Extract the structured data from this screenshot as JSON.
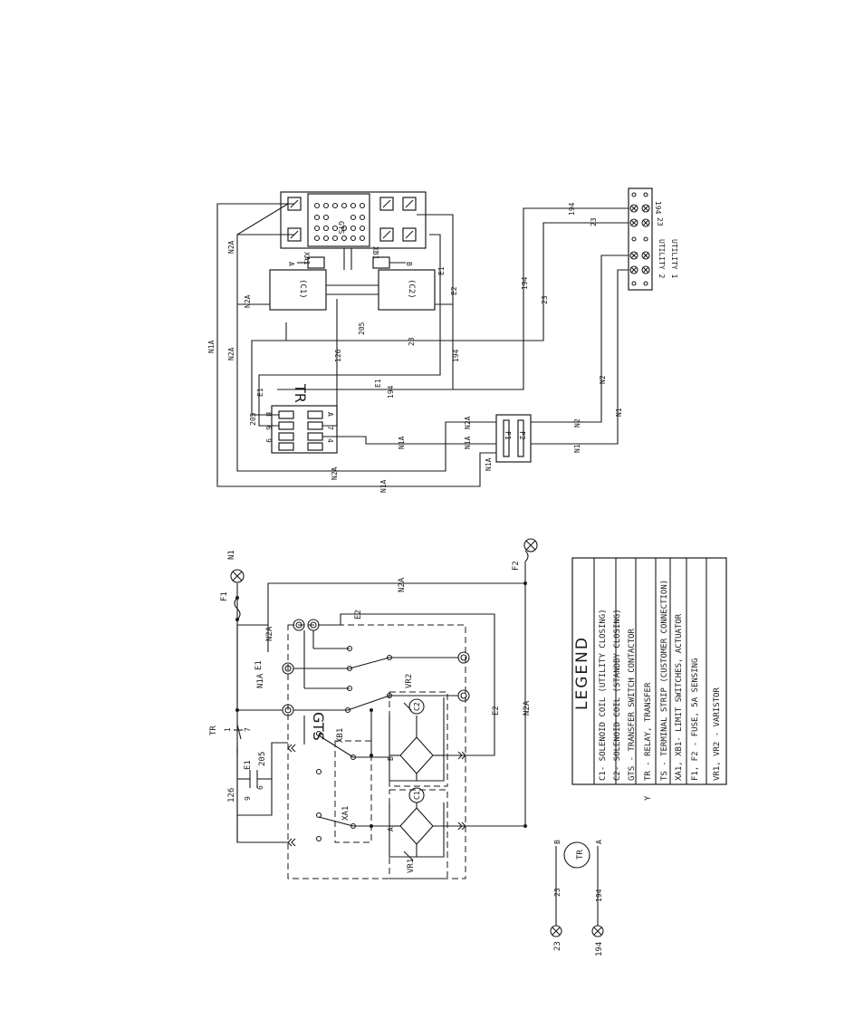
{
  "wiring": {
    "gts": "GTS",
    "tr": "TR",
    "ts_utility_1": "UTILITY 1",
    "ts_utility_2": "UTILITY 2",
    "ts_23": "23",
    "ts_194": "194",
    "c1": "(C1)",
    "c2": "(C2)",
    "xa1": "XA1",
    "xb1": "XB1",
    "a": "A",
    "b": "B",
    "f1": "F1",
    "f2": "F2",
    "w_n1a": "N1A",
    "w_n2a": "N2A",
    "w_n1": "N1",
    "w_n2": "N2",
    "w_e1": "E1",
    "w_e2": "E2",
    "w_23": "23",
    "w_194": "194",
    "w_126": "126",
    "w_205": "205",
    "tr_a": "A",
    "tr_b": "B",
    "tr_9": "9",
    "tr_6": "6",
    "tr_7": "7",
    "tr_4": "4"
  },
  "schematic": {
    "gts": "GTS",
    "tr": "TR",
    "n1": "N1",
    "f1": "F1",
    "f2": "F2",
    "n1a": "N1A",
    "n2a": "N2A",
    "e1": "E1",
    "e2": "E2",
    "w126": "126",
    "w205": "205",
    "t1": "1",
    "t7": "7",
    "t9": "9",
    "t6": "6",
    "xa1": "XA1",
    "xb1": "XB1",
    "vr1": "VR1",
    "vr2": "VR2",
    "c1": "C1",
    "c2": "C2",
    "a": "A",
    "b": "B",
    "tr_a": "A",
    "tr_b": "B",
    "term23": "23",
    "term194": "194",
    "w23": "23",
    "w194": "194",
    "y": "Y"
  },
  "legend": {
    "title": "LEGEND",
    "items": [
      "C1- SOLENOID COIL (UTILITY CLOSING)",
      "C2- SOLENOID COIL (STANDBY CLOSING)",
      "GTS - TRANSFER SWITCH CONTACTOR",
      "TR - RELAY, TRANSFER",
      "TS - TERMINAL STRIP (CUSTOMER CONNECTION)",
      "XA1, XB1- LIMIT SWITCHES, ACTUATOR",
      "F1, F2 - FUSE, 5A SENSING",
      "VR1, VR2 - VARISTOR"
    ]
  }
}
